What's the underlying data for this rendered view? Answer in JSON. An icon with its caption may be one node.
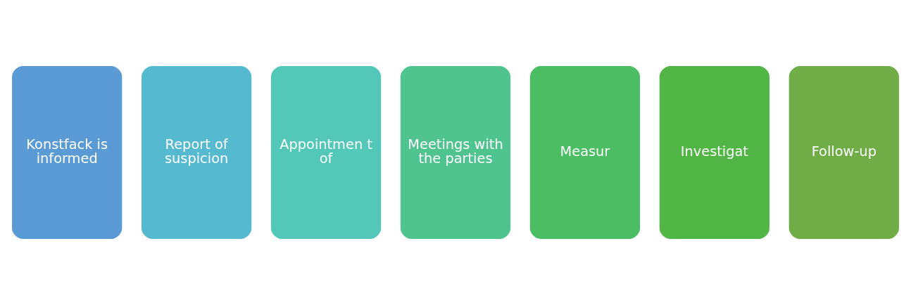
{
  "diagram": {
    "nodes": [
      {
        "text": [
          "Konstfack is informed"
        ]
      },
      {
        "text": [
          "Report of suspicion"
        ]
      },
      {
        "text": [
          "Appointmen t of"
        ]
      },
      {
        "text": [
          "Meetings with the parties"
        ]
      },
      {
        "text": [
          "Measur"
        ]
      },
      {
        "text": [
          "Investigat"
        ]
      },
      {
        "text": [
          "Follow-up"
        ]
      }
    ]
  }
}
